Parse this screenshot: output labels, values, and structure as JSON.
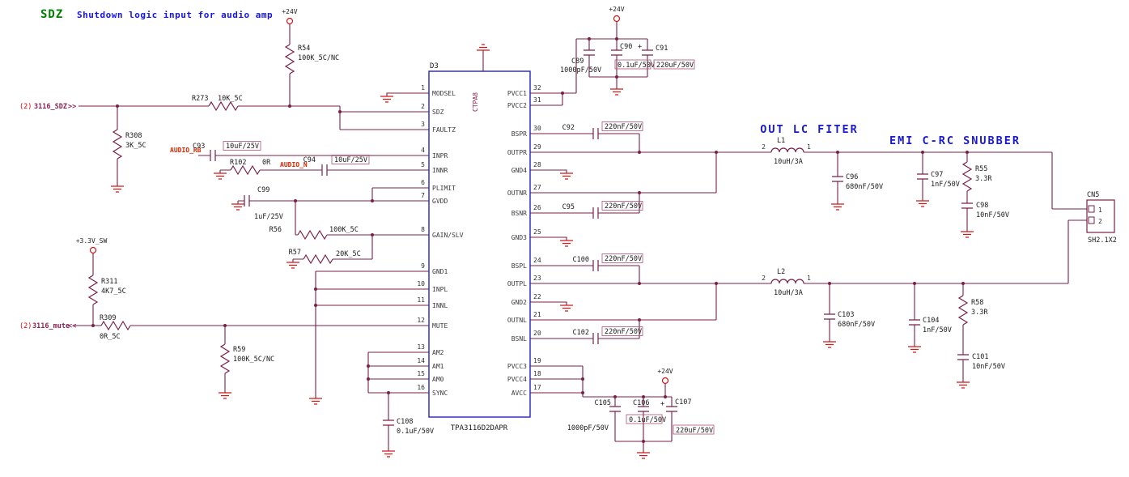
{
  "colors": {
    "wire": "#7a2045",
    "ground": "#d01818",
    "ic-border": "#2222c0",
    "title": "#1a1acd",
    "net-label": "#8b2252",
    "ref-number": "#e00000",
    "audio-label": "#d42600",
    "header-tag": "#008000",
    "header-desc": "#1414e6",
    "value-box": "#b05070",
    "text": "#1a1a1a"
  },
  "header": {
    "tag": "SDZ",
    "description": "Shutdown logic input for audio amp"
  },
  "titles": {
    "lc_filter": "OUT LC FITER",
    "snubber": "EMI C-RC SNUBBER"
  },
  "power_ports": {
    "p24v_a": "+24V",
    "p24v_b": "+24V",
    "p24v_c": "+24V",
    "p3v3_sw": "+3.3V_SW"
  },
  "off_page": {
    "sdz": {
      "sheet": "(2)",
      "net": "3116_SDZ",
      "arrow": ">>"
    },
    "mute": {
      "sheet": "(2)",
      "net": "3116_mute",
      "arrow": "<<"
    }
  },
  "net_labels": {
    "audio_rb": "AUDIO_RB",
    "audio_n": "AUDIO_N"
  },
  "ic": {
    "designator": "D3",
    "footprint": "CTPA8",
    "part_number": "TPA3116D2DAPR",
    "left_pins": [
      {
        "num": "1",
        "name": "MODSEL"
      },
      {
        "num": "2",
        "name": "SDZ"
      },
      {
        "num": "3",
        "name": "FAULTZ"
      },
      {
        "num": "4",
        "name": "INPR"
      },
      {
        "num": "5",
        "name": "INNR"
      },
      {
        "num": "6",
        "name": "PLIMIT"
      },
      {
        "num": "7",
        "name": "GVDD"
      },
      {
        "num": "8",
        "name": "GAIN/SLV"
      },
      {
        "num": "9",
        "name": "GND1"
      },
      {
        "num": "10",
        "name": "INPL"
      },
      {
        "num": "11",
        "name": "INNL"
      },
      {
        "num": "12",
        "name": "MUTE"
      },
      {
        "num": "13",
        "name": "AM2"
      },
      {
        "num": "14",
        "name": "AM1"
      },
      {
        "num": "15",
        "name": "AM0"
      },
      {
        "num": "16",
        "name": "SYNC"
      }
    ],
    "right_pins": [
      {
        "num": "32",
        "name": "PVCC1"
      },
      {
        "num": "31",
        "name": "PVCC2"
      },
      {
        "num": "30",
        "name": "BSPR"
      },
      {
        "num": "29",
        "name": "OUTPR"
      },
      {
        "num": "28",
        "name": "GND4"
      },
      {
        "num": "27",
        "name": "OUTNR"
      },
      {
        "num": "26",
        "name": "BSNR"
      },
      {
        "num": "25",
        "name": "GND3"
      },
      {
        "num": "24",
        "name": "BSPL"
      },
      {
        "num": "23",
        "name": "OUTPL"
      },
      {
        "num": "22",
        "name": "GND2"
      },
      {
        "num": "21",
        "name": "OUTNL"
      },
      {
        "num": "20",
        "name": "BSNL"
      },
      {
        "num": "19",
        "name": "PVCC3"
      },
      {
        "num": "18",
        "name": "PVCC4"
      },
      {
        "num": "17",
        "name": "AVCC"
      }
    ]
  },
  "components": {
    "R54": {
      "ref": "R54",
      "val": "100K_5C/NC"
    },
    "R273": {
      "ref": "R273",
      "val": "10K_5C"
    },
    "R308": {
      "ref": "R308",
      "val": "3K_5C"
    },
    "C93": {
      "ref": "C93",
      "val": "10uF/25V"
    },
    "R102": {
      "ref": "R102",
      "val": "0R"
    },
    "C94": {
      "ref": "C94",
      "val": "10uF/25V"
    },
    "C99": {
      "ref": "C99",
      "val": "1uF/25V"
    },
    "R56": {
      "ref": "R56",
      "val": "100K_5C"
    },
    "R57": {
      "ref": "R57",
      "val": "20K_5C"
    },
    "R311": {
      "ref": "R311",
      "val": "4K7_5C"
    },
    "R309": {
      "ref": "R309",
      "val": "0R_5C"
    },
    "R59": {
      "ref": "R59",
      "val": "100K_5C/NC"
    },
    "C108": {
      "ref": "C108",
      "val": "0.1uF/50V"
    },
    "C89": {
      "ref": "C89",
      "val": "1000pF/50V"
    },
    "C90": {
      "ref": "C90",
      "val": "0.1uF/50V"
    },
    "C91": {
      "ref": "C91",
      "val": "220uF/50V",
      "polarity": "+"
    },
    "C92": {
      "ref": "C92",
      "val": "220nF/50V"
    },
    "C95": {
      "ref": "C95",
      "val": "220nF/50V"
    },
    "C100": {
      "ref": "C100",
      "val": "220nF/50V"
    },
    "C102": {
      "ref": "C102",
      "val": "220nF/50V"
    },
    "C105": {
      "ref": "C105",
      "val": "1000pF/50V"
    },
    "C106": {
      "ref": "C106",
      "val": "0.1uF/50V"
    },
    "C107": {
      "ref": "C107",
      "val": "220uF/50V",
      "polarity": "+"
    },
    "L1": {
      "ref": "L1",
      "val": "10uH/3A",
      "pin_left": "2",
      "pin_right": "1"
    },
    "L2": {
      "ref": "L2",
      "val": "10uH/3A",
      "pin_left": "2",
      "pin_right": "1"
    },
    "C96": {
      "ref": "C96",
      "val": "680nF/50V"
    },
    "C97": {
      "ref": "C97",
      "val": "1nF/50V"
    },
    "R55": {
      "ref": "R55",
      "val": "3.3R"
    },
    "C98": {
      "ref": "C98",
      "val": "10nF/50V"
    },
    "C103": {
      "ref": "C103",
      "val": "680nF/50V"
    },
    "C104": {
      "ref": "C104",
      "val": "1nF/50V"
    },
    "R58": {
      "ref": "R58",
      "val": "3.3R"
    },
    "C101": {
      "ref": "C101",
      "val": "10nF/50V"
    }
  },
  "connector": {
    "ref": "CN5",
    "val": "SH2.1X2",
    "pin1": "1",
    "pin2": "2"
  }
}
